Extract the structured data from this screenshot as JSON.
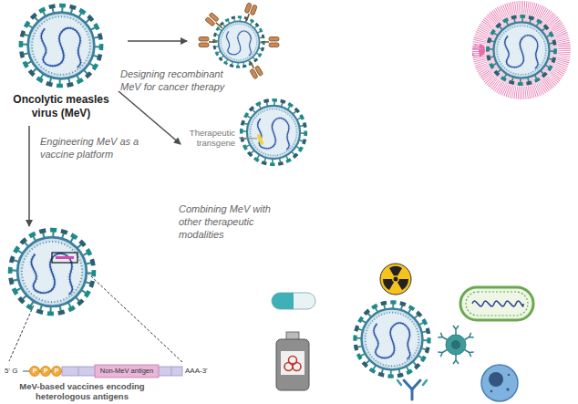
{
  "diagram": {
    "nodes": [
      {
        "text": [
          "Oncolytic measles virus (MeV)"
        ]
      },
      {
        "text": [
          "MeV-based vaccines encoding heterologous antigens"
        ]
      }
    ],
    "edges": [
      {
        "from": 0,
        "to": 1,
        "arrow": "to",
        "label": "Engineering MeV as a vaccine platform"
      }
    ],
    "labels": [
      "Designing recombinant MeV for cancer therapy",
      "Therapeutic transgene",
      "Combining MeV with other therapeutic modalities",
      "5' G",
      "P",
      "P",
      "P",
      "Non-MeV antigen",
      "AAA-3'"
    ]
  }
}
